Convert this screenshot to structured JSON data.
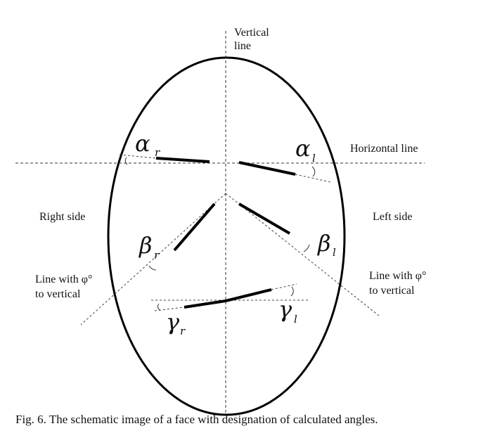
{
  "labels": {
    "vertical_line_1": "Vertical",
    "vertical_line_2": "line",
    "horizontal_line": "Horizontal line",
    "right_side": "Right side",
    "left_side": "Left side",
    "line_phi_right_1": "Line with φ°",
    "line_phi_right_2": "to vertical",
    "line_phi_left_1": "Line with φ°",
    "line_phi_left_2": "to vertical"
  },
  "angles": {
    "alpha_r": {
      "symbol": "α",
      "sub": "r"
    },
    "alpha_l": {
      "symbol": "α",
      "sub": "l"
    },
    "beta_r": {
      "symbol": "β",
      "sub": "r"
    },
    "beta_l": {
      "symbol": "β",
      "sub": "l"
    },
    "gamma_r": {
      "symbol": "γ",
      "sub": "r"
    },
    "gamma_l": {
      "symbol": "γ",
      "sub": "l"
    }
  },
  "caption": "Fig. 6. The schematic image of a face with designation of calculated angles."
}
